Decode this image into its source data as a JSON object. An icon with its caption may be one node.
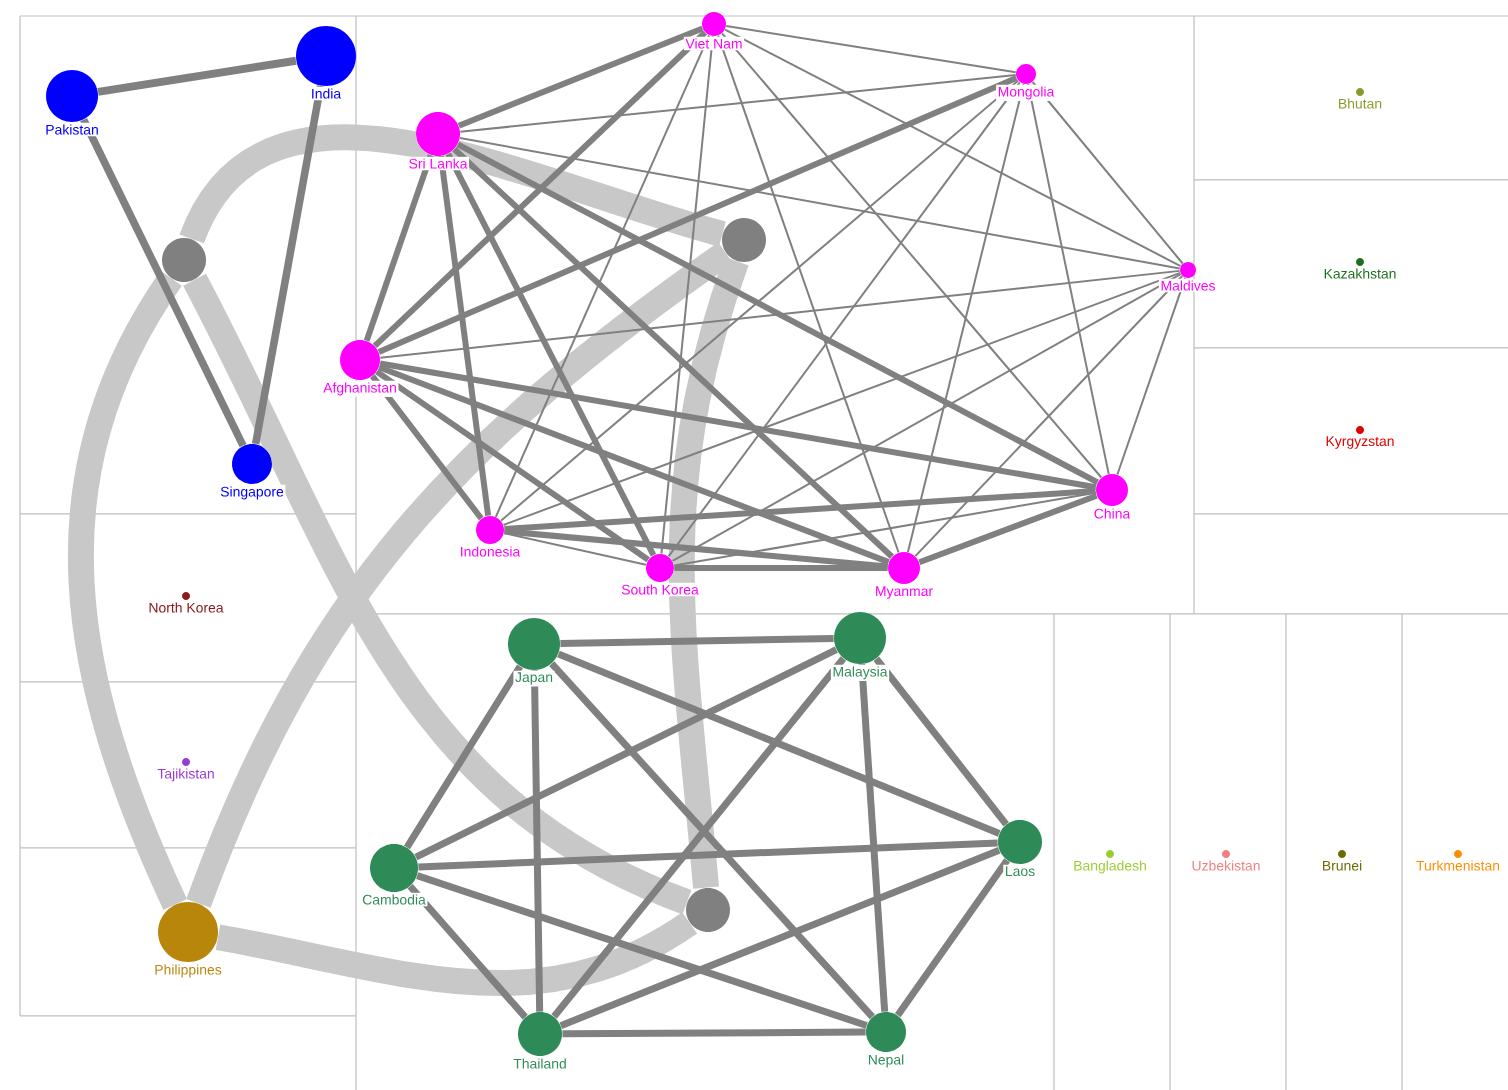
{
  "diagram": {
    "nodes": [
      {
        "text": [
          "Pakistan"
        ]
      },
      {
        "text": [
          "India"
        ]
      },
      {
        "text": [
          "Singapore"
        ]
      },
      {
        "text": [
          "Viet Nam"
        ]
      },
      {
        "text": [
          "Mongolia"
        ]
      },
      {
        "text": [
          "Sri Lanka"
        ]
      },
      {
        "text": [
          "Maldives"
        ]
      },
      {
        "text": [
          "Afghanistan"
        ]
      },
      {
        "text": [
          "China"
        ]
      },
      {
        "text": [
          "Indonesia"
        ]
      },
      {
        "text": [
          "South Korea"
        ]
      },
      {
        "text": [
          "Myanmar"
        ]
      },
      {
        "text": [
          "Bhutan"
        ]
      },
      {
        "text": [
          "Kazakhstan"
        ]
      },
      {
        "text": [
          "Kyrgyzstan"
        ]
      },
      {
        "text": [
          "North Korea"
        ]
      },
      {
        "text": [
          "Tajikistan"
        ]
      },
      {
        "text": [
          "Japan"
        ]
      },
      {
        "text": [
          "Malaysia"
        ]
      },
      {
        "text": [
          "Cambodia"
        ]
      },
      {
        "text": [
          "Laos"
        ]
      },
      {
        "text": [
          "Philippines"
        ]
      },
      {
        "text": [
          "Thailand"
        ]
      },
      {
        "text": [
          "Nepal"
        ]
      },
      {
        "text": [
          "Bangladesh"
        ]
      },
      {
        "text": [
          "Uzbekistan"
        ]
      },
      {
        "text": [
          "Brunei"
        ]
      },
      {
        "text": [
          "Turkmenistan"
        ]
      },
      {
        "text": [],
        "shape": "circle"
      },
      {
        "text": [],
        "shape": "circle"
      },
      {
        "text": [],
        "shape": "circle"
      }
    ],
    "edges": [
      {
        "from": 28,
        "to": 29,
        "arrow": "none",
        "style": "thick",
        "color": "#c8c8c8"
      },
      {
        "from": 28,
        "to": 30,
        "arrow": "none",
        "style": "thick",
        "color": "#c8c8c8"
      },
      {
        "from": 29,
        "to": 21,
        "arrow": "none",
        "style": "thick",
        "color": "#c8c8c8"
      },
      {
        "from": 29,
        "to": 30,
        "arrow": "none",
        "style": "thick",
        "color": "#c8c8c8"
      },
      {
        "from": 21,
        "to": 28,
        "arrow": "none",
        "style": "thick",
        "color": "#c8c8c8"
      },
      {
        "from": 21,
        "to": 30,
        "arrow": "none",
        "style": "thick",
        "color": "#c8c8c8"
      },
      {
        "from": 0,
        "to": 1,
        "arrow": "none"
      },
      {
        "from": 0,
        "to": 2,
        "arrow": "none"
      },
      {
        "from": 1,
        "to": 2,
        "arrow": "none"
      },
      {
        "from": 3,
        "to": 4,
        "arrow": "none"
      },
      {
        "from": 3,
        "to": 5,
        "arrow": "none"
      },
      {
        "from": 3,
        "to": 6,
        "arrow": "none"
      },
      {
        "from": 3,
        "to": 7,
        "arrow": "none"
      },
      {
        "from": 3,
        "to": 8,
        "arrow": "none"
      },
      {
        "from": 3,
        "to": 9,
        "arrow": "none"
      },
      {
        "from": 3,
        "to": 10,
        "arrow": "none"
      },
      {
        "from": 3,
        "to": 11,
        "arrow": "none"
      },
      {
        "from": 4,
        "to": 5,
        "arrow": "none"
      },
      {
        "from": 4,
        "to": 6,
        "arrow": "none"
      },
      {
        "from": 4,
        "to": 7,
        "arrow": "none"
      },
      {
        "from": 4,
        "to": 8,
        "arrow": "none"
      },
      {
        "from": 4,
        "to": 9,
        "arrow": "none"
      },
      {
        "from": 4,
        "to": 10,
        "arrow": "none"
      },
      {
        "from": 4,
        "to": 11,
        "arrow": "none"
      },
      {
        "from": 5,
        "to": 6,
        "arrow": "none"
      },
      {
        "from": 5,
        "to": 7,
        "arrow": "none"
      },
      {
        "from": 5,
        "to": 8,
        "arrow": "none"
      },
      {
        "from": 5,
        "to": 9,
        "arrow": "none"
      },
      {
        "from": 5,
        "to": 10,
        "arrow": "none"
      },
      {
        "from": 5,
        "to": 11,
        "arrow": "none"
      },
      {
        "from": 6,
        "to": 7,
        "arrow": "none"
      },
      {
        "from": 6,
        "to": 8,
        "arrow": "none"
      },
      {
        "from": 6,
        "to": 9,
        "arrow": "none"
      },
      {
        "from": 6,
        "to": 10,
        "arrow": "none"
      },
      {
        "from": 6,
        "to": 11,
        "arrow": "none"
      },
      {
        "from": 7,
        "to": 8,
        "arrow": "none"
      },
      {
        "from": 7,
        "to": 9,
        "arrow": "none"
      },
      {
        "from": 7,
        "to": 10,
        "arrow": "none"
      },
      {
        "from": 7,
        "to": 11,
        "arrow": "none"
      },
      {
        "from": 8,
        "to": 9,
        "arrow": "none"
      },
      {
        "from": 8,
        "to": 10,
        "arrow": "none"
      },
      {
        "from": 8,
        "to": 11,
        "arrow": "none"
      },
      {
        "from": 9,
        "to": 10,
        "arrow": "none"
      },
      {
        "from": 9,
        "to": 11,
        "arrow": "none"
      },
      {
        "from": 10,
        "to": 11,
        "arrow": "none"
      },
      {
        "from": 17,
        "to": 18,
        "arrow": "none"
      },
      {
        "from": 17,
        "to": 19,
        "arrow": "none"
      },
      {
        "from": 17,
        "to": 20,
        "arrow": "none"
      },
      {
        "from": 17,
        "to": 22,
        "arrow": "none"
      },
      {
        "from": 17,
        "to": 23,
        "arrow": "none"
      },
      {
        "from": 18,
        "to": 19,
        "arrow": "none"
      },
      {
        "from": 18,
        "to": 20,
        "arrow": "none"
      },
      {
        "from": 18,
        "to": 22,
        "arrow": "none"
      },
      {
        "from": 18,
        "to": 23,
        "arrow": "none"
      },
      {
        "from": 19,
        "to": 20,
        "arrow": "none"
      },
      {
        "from": 19,
        "to": 22,
        "arrow": "none"
      },
      {
        "from": 19,
        "to": 23,
        "arrow": "none"
      },
      {
        "from": 20,
        "to": 22,
        "arrow": "none"
      },
      {
        "from": 20,
        "to": 23,
        "arrow": "none"
      },
      {
        "from": 22,
        "to": 23,
        "arrow": "none"
      }
    ]
  }
}
